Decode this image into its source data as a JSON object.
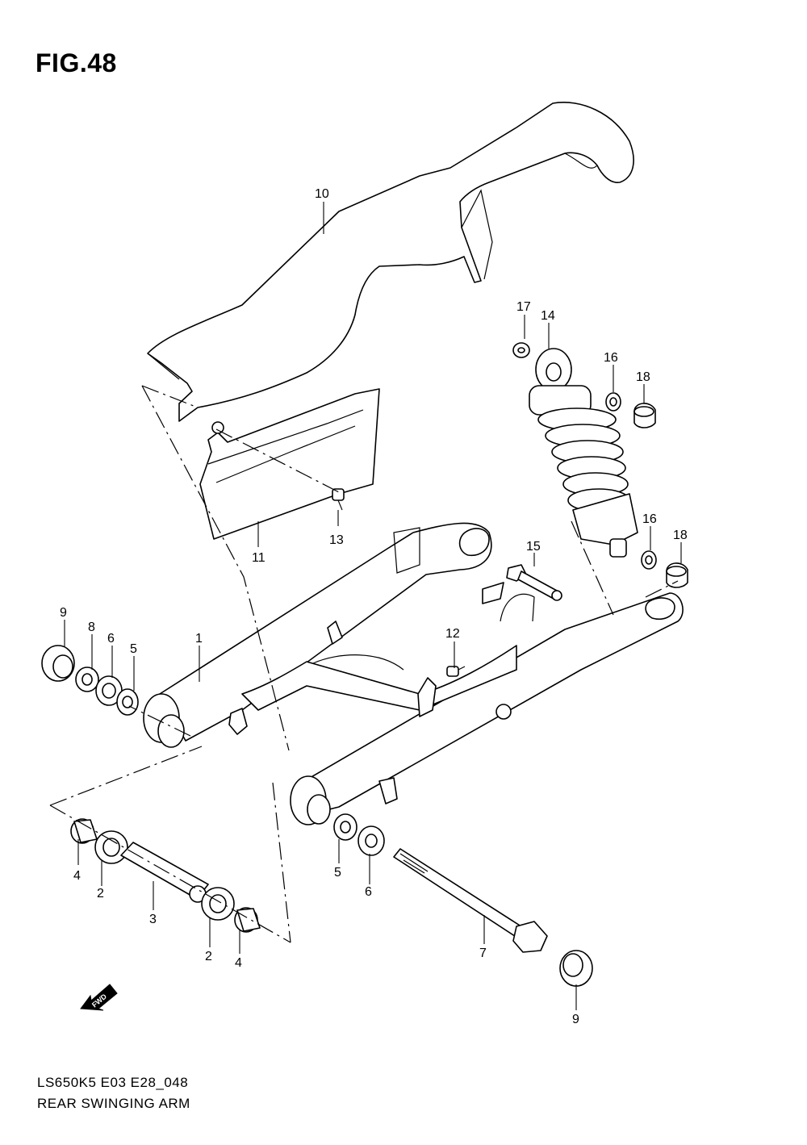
{
  "figure": {
    "title": "FIG.48",
    "code": "LS650K5 E03 E28_048",
    "name": "REAR SWINGING ARM",
    "fwd_label": "FWD"
  },
  "callouts": [
    {
      "id": "c1",
      "text": "1"
    },
    {
      "id": "c2a",
      "text": "2"
    },
    {
      "id": "c2b",
      "text": "2"
    },
    {
      "id": "c3",
      "text": "3"
    },
    {
      "id": "c4a",
      "text": "4"
    },
    {
      "id": "c4b",
      "text": "4"
    },
    {
      "id": "c5a",
      "text": "5"
    },
    {
      "id": "c5b",
      "text": "5"
    },
    {
      "id": "c6a",
      "text": "6"
    },
    {
      "id": "c6b",
      "text": "6"
    },
    {
      "id": "c7",
      "text": "7"
    },
    {
      "id": "c8",
      "text": "8"
    },
    {
      "id": "c9a",
      "text": "9"
    },
    {
      "id": "c9b",
      "text": "9"
    },
    {
      "id": "c10",
      "text": "10"
    },
    {
      "id": "c11",
      "text": "11"
    },
    {
      "id": "c12",
      "text": "12"
    },
    {
      "id": "c13",
      "text": "13"
    },
    {
      "id": "c14",
      "text": "14"
    },
    {
      "id": "c15",
      "text": "15"
    },
    {
      "id": "c16a",
      "text": "16"
    },
    {
      "id": "c16b",
      "text": "16"
    },
    {
      "id": "c17",
      "text": "17"
    },
    {
      "id": "c18a",
      "text": "18"
    },
    {
      "id": "c18b",
      "text": "18"
    }
  ]
}
